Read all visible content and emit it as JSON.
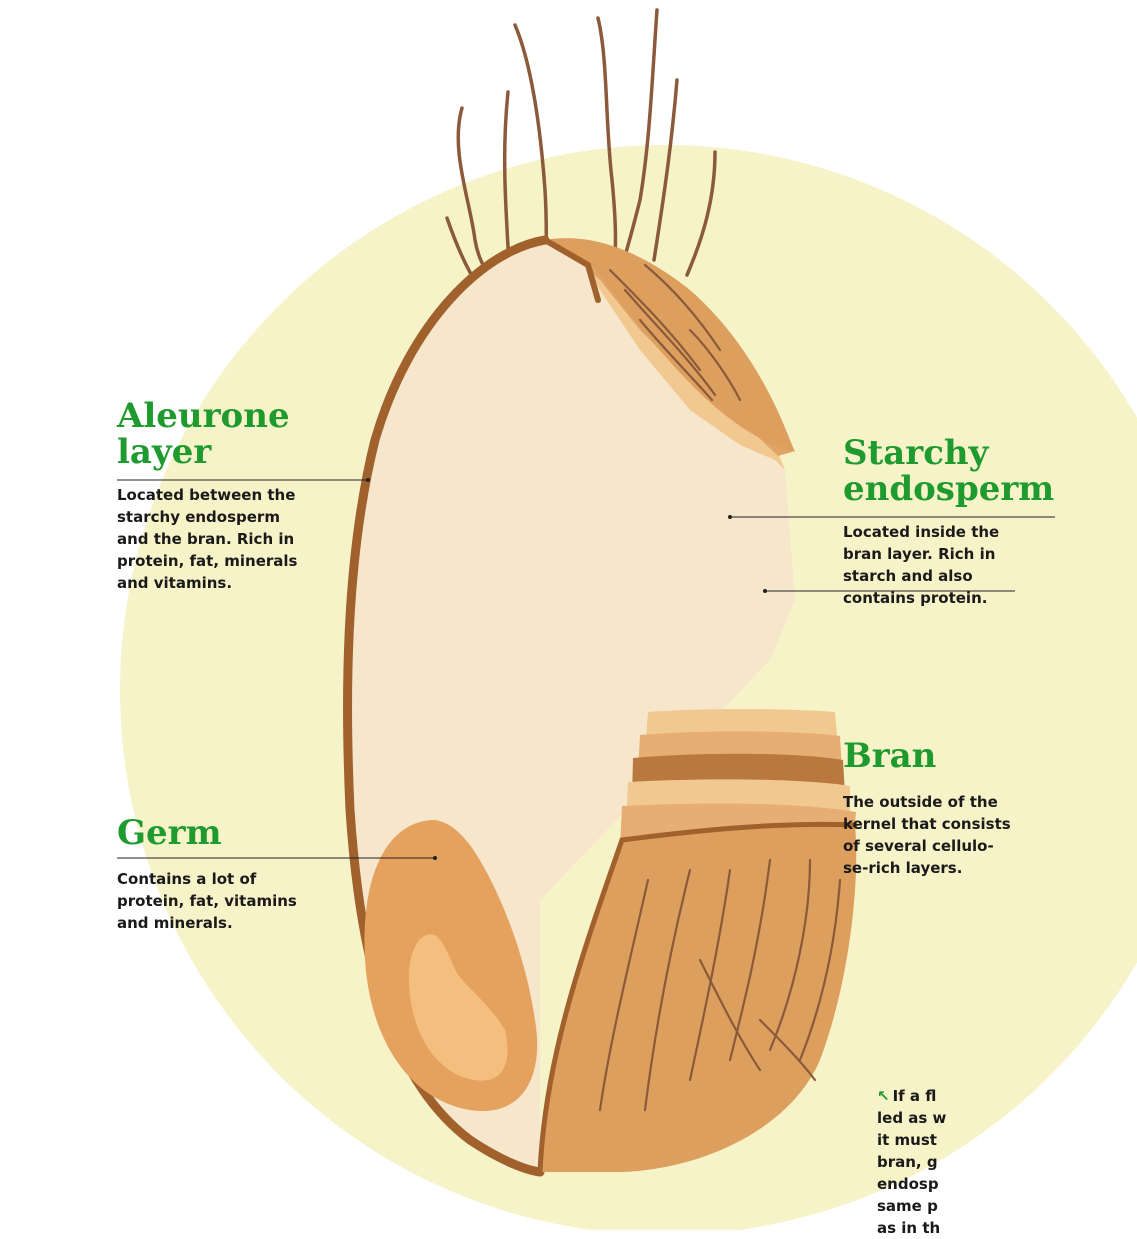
{
  "colors": {
    "background_circle": "#f7f3c8",
    "title_green": "#1e9a2e",
    "outline_brown": "#a0612d",
    "endosperm": "#f6e6cc",
    "bran_face": "#dc9f5e",
    "germ_outer": "#e5a25e",
    "germ_inner": "#f4bf7e",
    "hair": "#8a5a3a"
  },
  "icons": {
    "note_arrow": "arrow-up-left-icon"
  },
  "labels": {
    "aleurone": {
      "title_line1": "Aleurone",
      "title_line2": "layer",
      "desc": [
        "Located between the",
        "starchy endosperm",
        "and the bran. Rich in",
        "protein, fat, minerals",
        "and vitamins."
      ]
    },
    "starchy": {
      "title_line1": "Starchy",
      "title_line2": "endosperm",
      "desc": [
        "Located inside the",
        "bran layer. Rich in",
        "starch and also",
        "contains protein."
      ]
    },
    "bran": {
      "title": "Bran",
      "desc": [
        "The outside of the",
        "kernel that consists",
        "of several cellulo-",
        "se-rich layers."
      ]
    },
    "germ": {
      "title": "Germ",
      "desc": [
        "Contains a lot of",
        "protein, fat, vitamins",
        "and minerals."
      ]
    }
  },
  "note": {
    "arrow": "↖",
    "lines": [
      "If a fl",
      "led as w",
      "it must",
      "bran, g",
      "endosp",
      "same p",
      "as in th"
    ]
  }
}
